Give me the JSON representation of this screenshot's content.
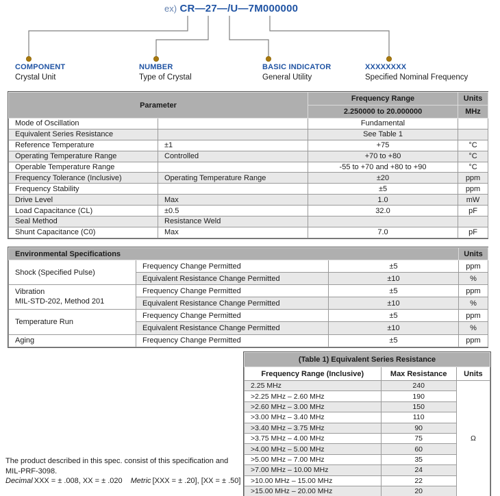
{
  "colors": {
    "accent_blue": "#1f53a3",
    "prefix_blue": "#6583b1",
    "gold_dot": "#a9790e",
    "header_gray": "#afafaf",
    "band_gray": "#e8e8e8"
  },
  "diagram": {
    "prefix": "ex)",
    "part_number": "CR—27—/U—7M000000",
    "callouts": [
      {
        "title": "COMPONENT",
        "subtitle": "Crystal Unit"
      },
      {
        "title": "NUMBER",
        "subtitle": "Type of Crystal"
      },
      {
        "title": "BASIC INDICATOR",
        "subtitle": "General Utility"
      },
      {
        "title": "XXXXXXXX",
        "subtitle": "Specified Nominal Frequency"
      }
    ]
  },
  "parameter_table": {
    "header": {
      "parameter": "Parameter",
      "frequency_range": "Frequency Range",
      "range_value": "2.250000 to 20.000000",
      "units": "Units",
      "units_value": "MHz"
    },
    "rows": [
      {
        "name": "Mode of Oscillation",
        "cond": "",
        "value": "Fundamental",
        "unit": ""
      },
      {
        "name": "Equivalent Series Resistance",
        "cond": "",
        "value": "See Table 1",
        "unit": ""
      },
      {
        "name": "Reference Temperature",
        "cond": "±1",
        "value": "+75",
        "unit": "°C"
      },
      {
        "name": "Operating Temperature Range",
        "cond": "Controlled",
        "value": "+70 to +80",
        "unit": "°C"
      },
      {
        "name": "Operable Temperature Range",
        "cond": "",
        "value": "-55 to +70 and +80 to +90",
        "unit": "°C"
      },
      {
        "name": "Frequency Tolerance (Inclusive)",
        "cond": "Operating Temperature Range",
        "value": "±20",
        "unit": "ppm"
      },
      {
        "name": "Frequency Stability",
        "cond": "",
        "value": "±5",
        "unit": "ppm"
      },
      {
        "name": "Drive Level",
        "cond": "Max",
        "value": "1.0",
        "unit": "mW"
      },
      {
        "name": "Load Capacitance (CL)",
        "cond": "±0.5",
        "value": "32.0",
        "unit": "pF"
      },
      {
        "name": "Seal Method",
        "cond": "Resistance Weld",
        "value": "",
        "unit": ""
      },
      {
        "name": "Shunt Capacitance (C0)",
        "cond": "Max",
        "value": "7.0",
        "unit": "pF"
      }
    ]
  },
  "environmental_table": {
    "title": "Environmental Specifications",
    "units_header": "Units",
    "groups": [
      {
        "name": "Shock (Specified Pulse)",
        "name2": "",
        "rows": [
          {
            "test": "Frequency Change Permitted",
            "value": "±5",
            "unit": "ppm"
          },
          {
            "test": "Equivalent Resistance Change Permitted",
            "value": "±10",
            "unit": "%"
          }
        ]
      },
      {
        "name": "Vibration",
        "name2": "MIL-STD-202, Method 201",
        "rows": [
          {
            "test": "Frequency Change Permitted",
            "value": "±5",
            "unit": "ppm"
          },
          {
            "test": "Equivalent Resistance Change Permitted",
            "value": "±10",
            "unit": "%"
          }
        ]
      },
      {
        "name": "Temperature Run",
        "name2": "",
        "rows": [
          {
            "test": "Frequency Change Permitted",
            "value": "±5",
            "unit": "ppm"
          },
          {
            "test": "Equivalent Resistance Change Permitted",
            "value": "±10",
            "unit": "%"
          }
        ]
      },
      {
        "name": "Aging",
        "name2": "",
        "rows": [
          {
            "test": "Frequency Change Permitted",
            "value": "±5",
            "unit": "ppm"
          }
        ]
      }
    ]
  },
  "esr_table": {
    "title": "(Table 1) Equivalent Series Resistance",
    "col_range": "Frequency Range (Inclusive)",
    "col_max": "Max Resistance",
    "col_units": "Units",
    "unit_symbol": "Ω",
    "rows": [
      {
        "range": "2.25 MHz",
        "max": "240"
      },
      {
        "range": ">2.25 MHz – 2.60 MHz",
        "max": "190"
      },
      {
        "range": ">2.60 MHz – 3.00 MHz",
        "max": "150"
      },
      {
        "range": ">3.00 MHz – 3.40 MHz",
        "max": "110"
      },
      {
        "range": ">3.40 MHz – 3.75 MHz",
        "max": "90"
      },
      {
        "range": ">3.75 MHz – 4.00 MHz",
        "max": "75"
      },
      {
        "range": ">4.00 MHz – 5.00 MHz",
        "max": "60"
      },
      {
        "range": ">5.00 MHz – 7.00 MHz",
        "max": "35"
      },
      {
        "range": ">7.00 MHz – 10.00 MHz",
        "max": "24"
      },
      {
        "range": ">10.00 MHz – 15.00 MHz",
        "max": "22"
      },
      {
        "range": ">15.00 MHz – 20.00 MHz",
        "max": "20"
      }
    ]
  },
  "footnote": {
    "line1": "The product described in this spec. consist of this specification and",
    "line2": "MIL-PRF-3098.",
    "decimal_label": "Decimal",
    "decimal_values": "XXX = ± .008, XX = ± .020",
    "metric_label": "Metric",
    "metric_values": "[XXX = ± .20], [XX = ± .50]"
  }
}
